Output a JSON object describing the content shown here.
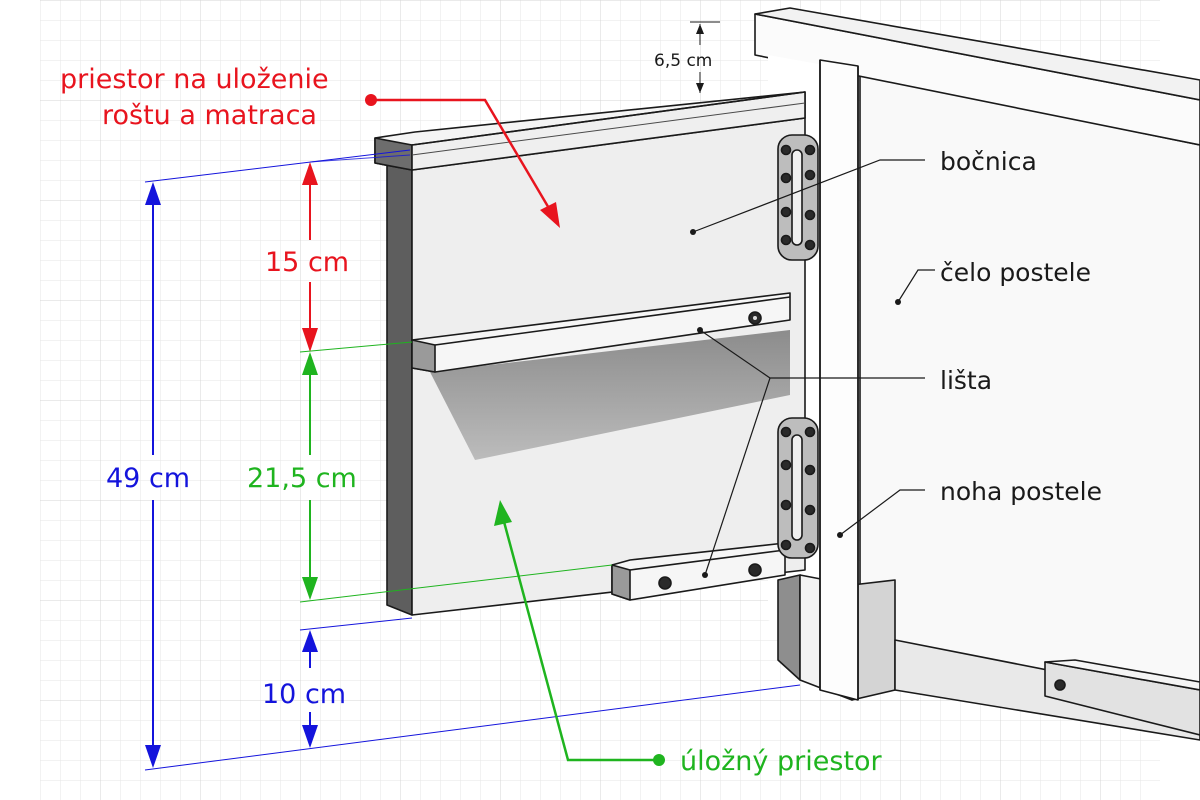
{
  "labels": {
    "space_bed": [
      "priestor na uloženie",
      "roštu a matraca"
    ],
    "storage": "úložný priestor",
    "side_panel": "bočnica",
    "headboard": "čelo postele",
    "strip": "lišta",
    "leg": "noha postele"
  },
  "dimensions": {
    "top_board": "6,5 cm",
    "upper_height": "15 cm",
    "storage_height": "21,5 cm",
    "total_height": "49 cm",
    "clearance": "10 cm"
  },
  "colors": {
    "red": "#e8141e",
    "green": "#1fb41f",
    "blue": "#1414dc",
    "black": "#1a1a1a"
  }
}
